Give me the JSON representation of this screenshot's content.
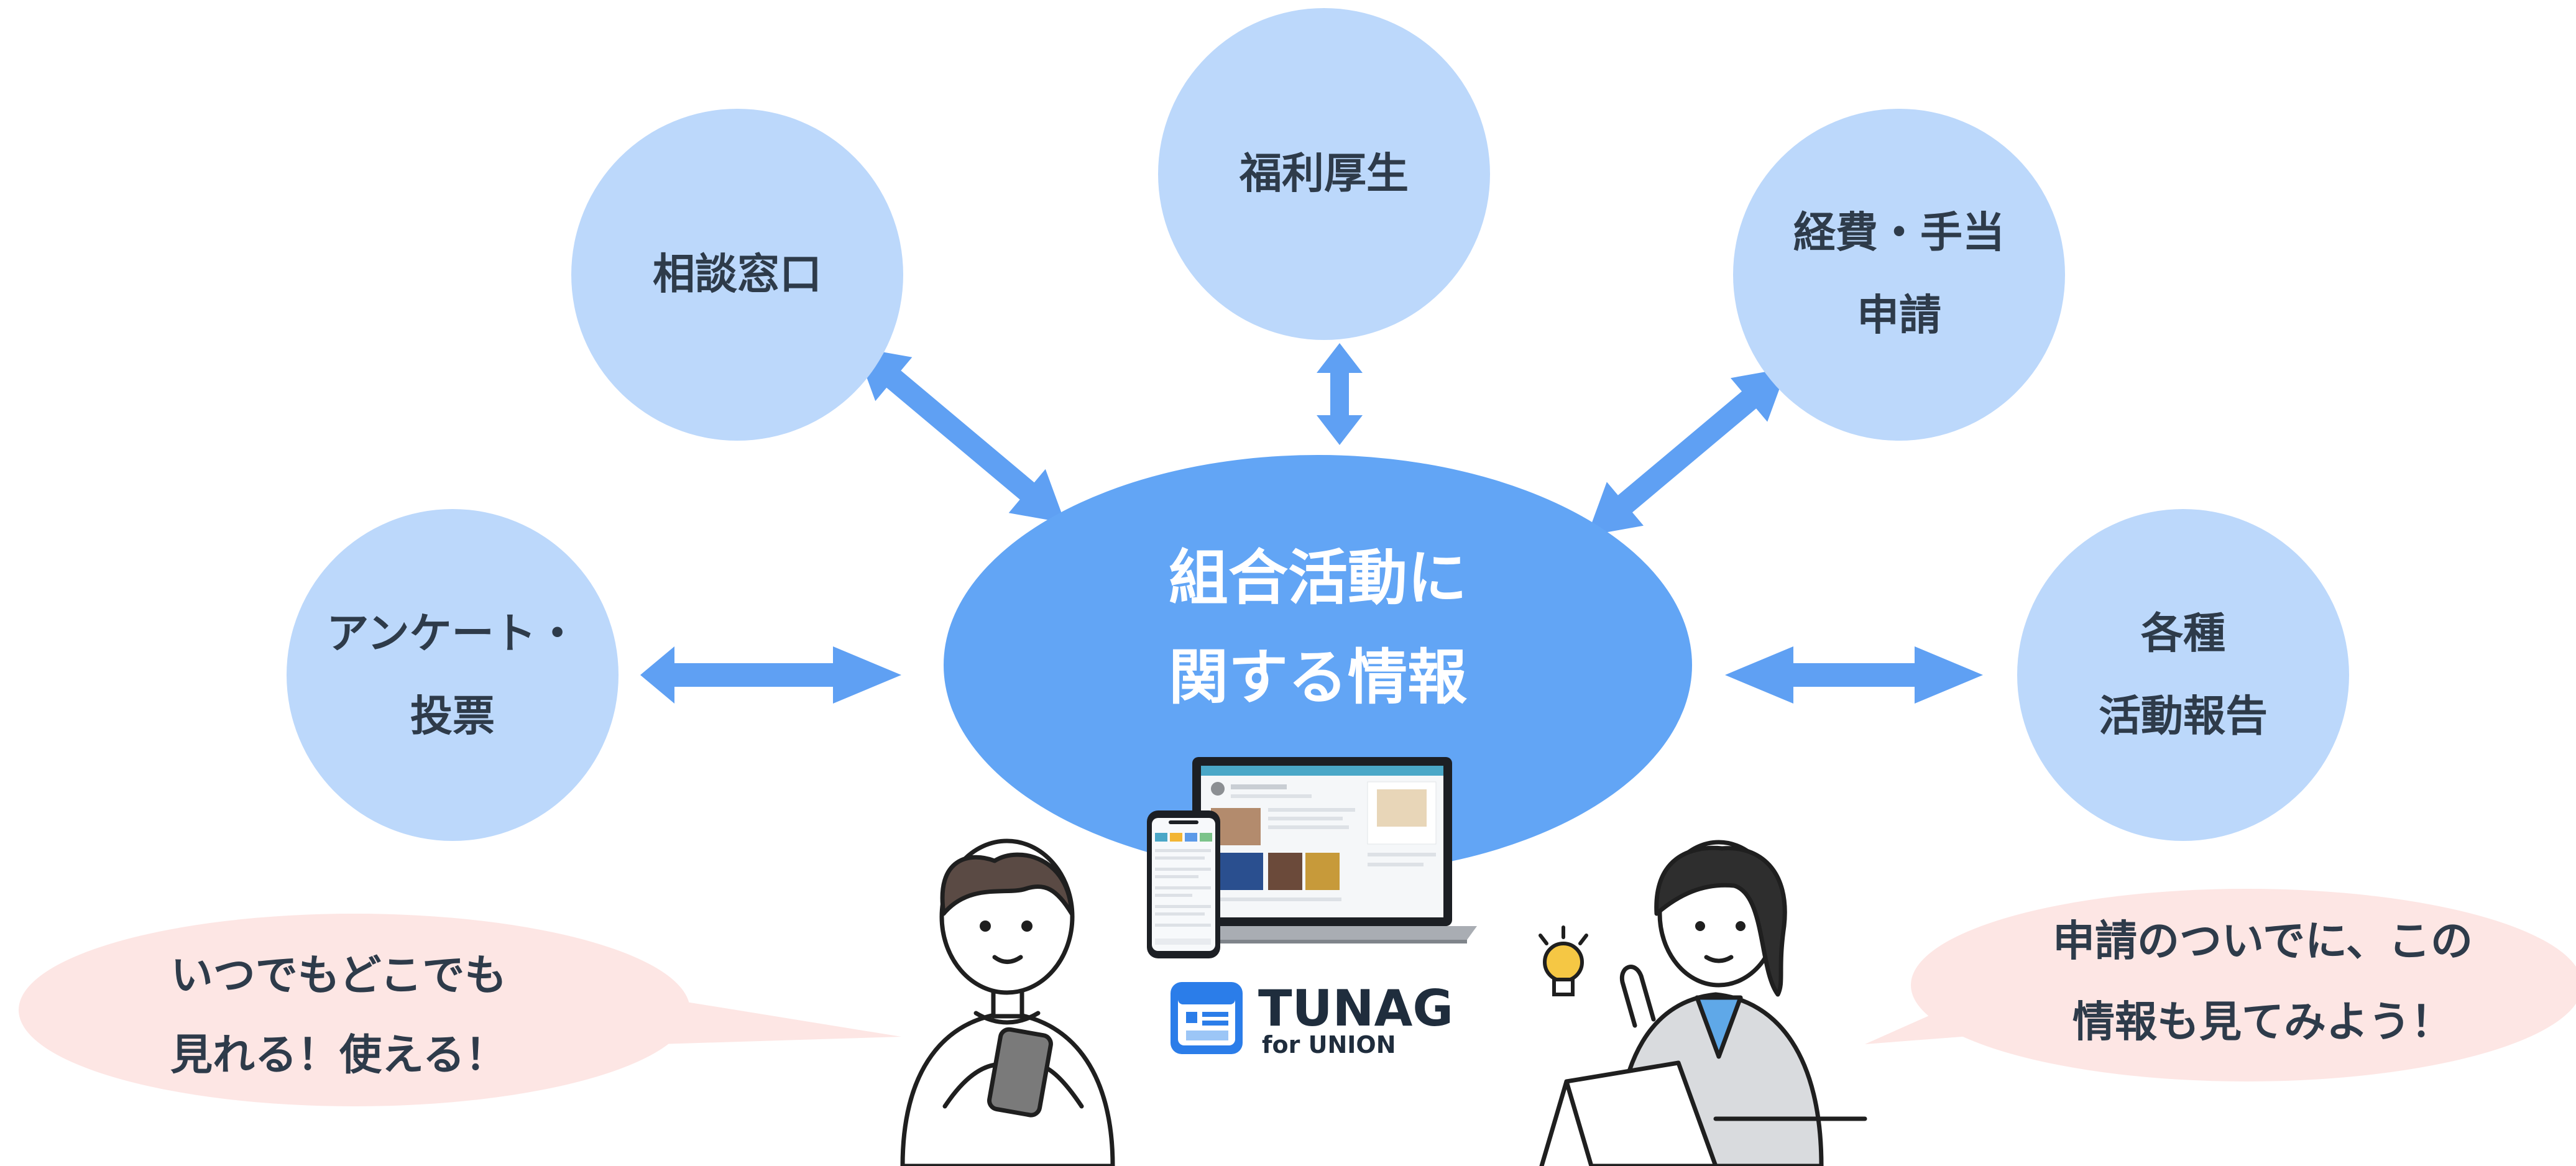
{
  "colors": {
    "node_fill": "#bcd8fb",
    "center_fill": "#62a5f5",
    "arrow": "#5fa0f3",
    "bubble_fill": "#fde6e4",
    "text_dark": "#2e3b4a",
    "text_white": "#ffffff",
    "logo_blue": "#2b7de9"
  },
  "diagram": {
    "center": {
      "lines": [
        "組合活動に",
        "関する情報"
      ]
    },
    "nodes": [
      {
        "id": "soudan",
        "lines": [
          "相談窓口"
        ]
      },
      {
        "id": "fukuri",
        "lines": [
          "福利厚生"
        ]
      },
      {
        "id": "keihi",
        "lines": [
          "経費・手当",
          "申請"
        ]
      },
      {
        "id": "survey",
        "lines": [
          "アンケート・",
          "投票"
        ]
      },
      {
        "id": "report",
        "lines": [
          "各種",
          "活動報告"
        ]
      }
    ],
    "bubbles": {
      "left": {
        "lines": [
          "いつでもどこでも",
          "見れる！使える！"
        ]
      },
      "right": {
        "lines": [
          "申請のついでに、この",
          "情報も見てみよう！"
        ]
      }
    },
    "logo": {
      "name": "TUNAG",
      "tagline": "for UNION"
    },
    "icons": [
      "smartphone-icon",
      "laptop-icon",
      "lightbulb-icon",
      "man-with-phone-illustration",
      "woman-with-laptop-illustration"
    ]
  }
}
